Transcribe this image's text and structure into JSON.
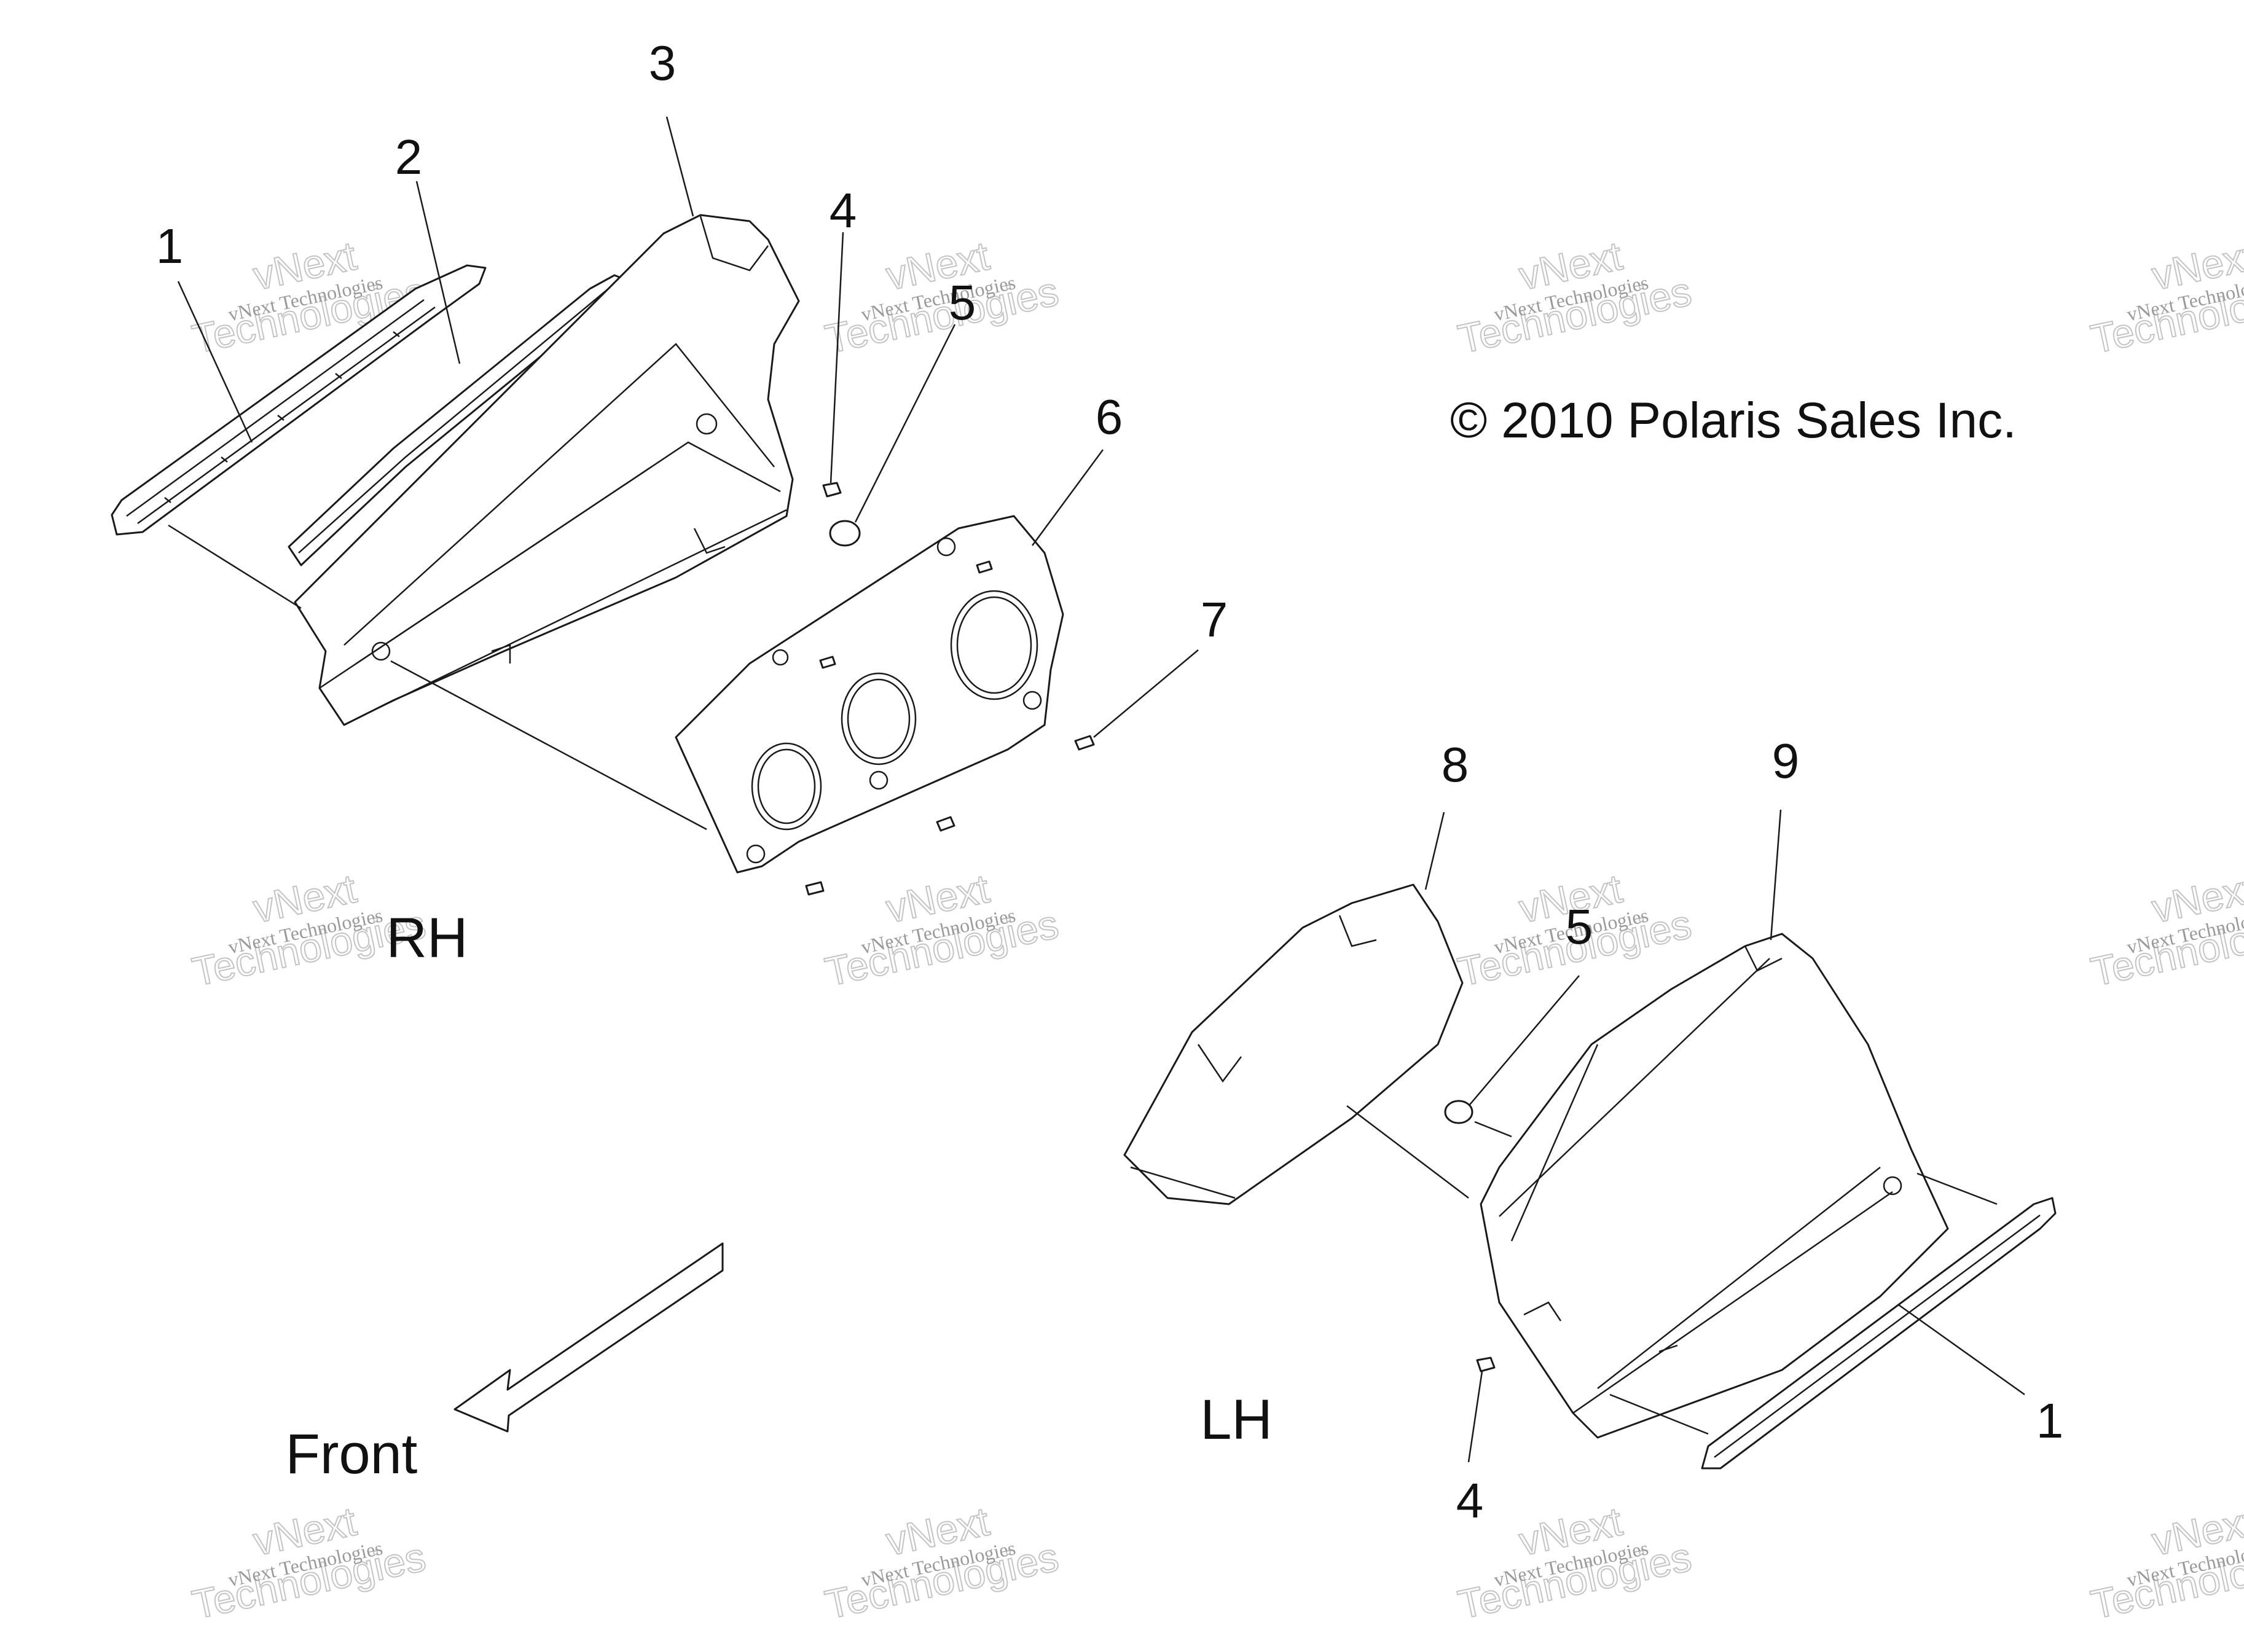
{
  "copyright": "© 2010 Polaris Sales Inc.",
  "side_labels": {
    "rh": "RH",
    "lh": "LH"
  },
  "direction": {
    "label": "Front"
  },
  "callouts": {
    "rh_1": "1",
    "rh_2": "2",
    "rh_3": "3",
    "rh_4": "4",
    "rh_5": "5",
    "rh_6": "6",
    "rh_7": "7",
    "lh_8": "8",
    "lh_9": "9",
    "lh_5": "5",
    "lh_4": "4",
    "lh_1": "1"
  },
  "watermark": {
    "company_line": "vNext Technologies",
    "brand_line1": "vNext",
    "brand_line2": "Technologies"
  },
  "colors": {
    "ink": "#1a1a1a",
    "watermark": "#bdbdbd",
    "background": "#ffffff"
  }
}
